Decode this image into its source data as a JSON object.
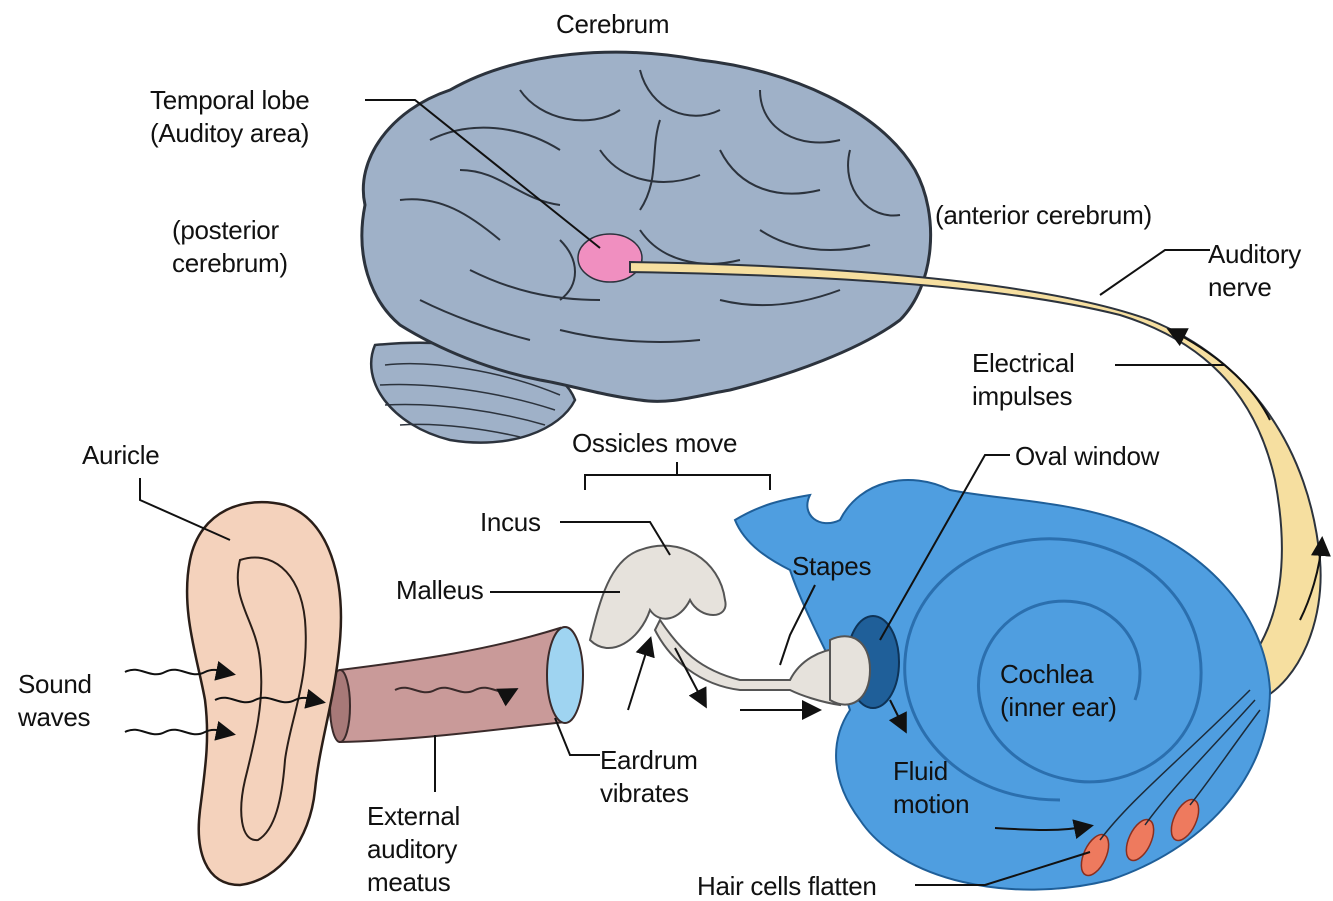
{
  "labels": {
    "cerebrum": "Cerebrum",
    "temporal_lobe_1": "Temporal lobe",
    "temporal_lobe_2": "(Auditoy area)",
    "posterior_1": "(posterior",
    "posterior_2": "cerebrum)",
    "anterior": "(anterior cerebrum)",
    "auditory_nerve_1": "Auditory",
    "auditory_nerve_2": "nerve",
    "electrical_1": "Electrical",
    "electrical_2": "impulses",
    "ossicles_move": "Ossicles move",
    "oval_window": "Oval window",
    "auricle": "Auricle",
    "incus": "Incus",
    "malleus": "Malleus",
    "stapes": "Stapes",
    "sound_1": "Sound",
    "sound_2": "waves",
    "cochlea_1": "Cochlea",
    "cochlea_2": "(inner ear)",
    "eardrum_1": "Eardrum",
    "eardrum_2": "vibrates",
    "fluid_1": "Fluid",
    "fluid_2": "motion",
    "external_1": "External",
    "external_2": "auditory",
    "external_3": "meatus",
    "hair_cells": "Hair cells flatten"
  },
  "colors": {
    "brain": "#9fb1c8",
    "brain_dark": "#4a5566",
    "temporal_highlight": "#f08fc0",
    "nerve": "#f6dfa0",
    "cochlea": "#4f9ee0",
    "cochlea_dark": "#1f5f99",
    "ear": "#f4d2bc",
    "canal": "#c99a99",
    "ossicles": "#e6e2dc",
    "eardrum": "#9fd4f1",
    "hair_cell": "#ee7a5e"
  }
}
